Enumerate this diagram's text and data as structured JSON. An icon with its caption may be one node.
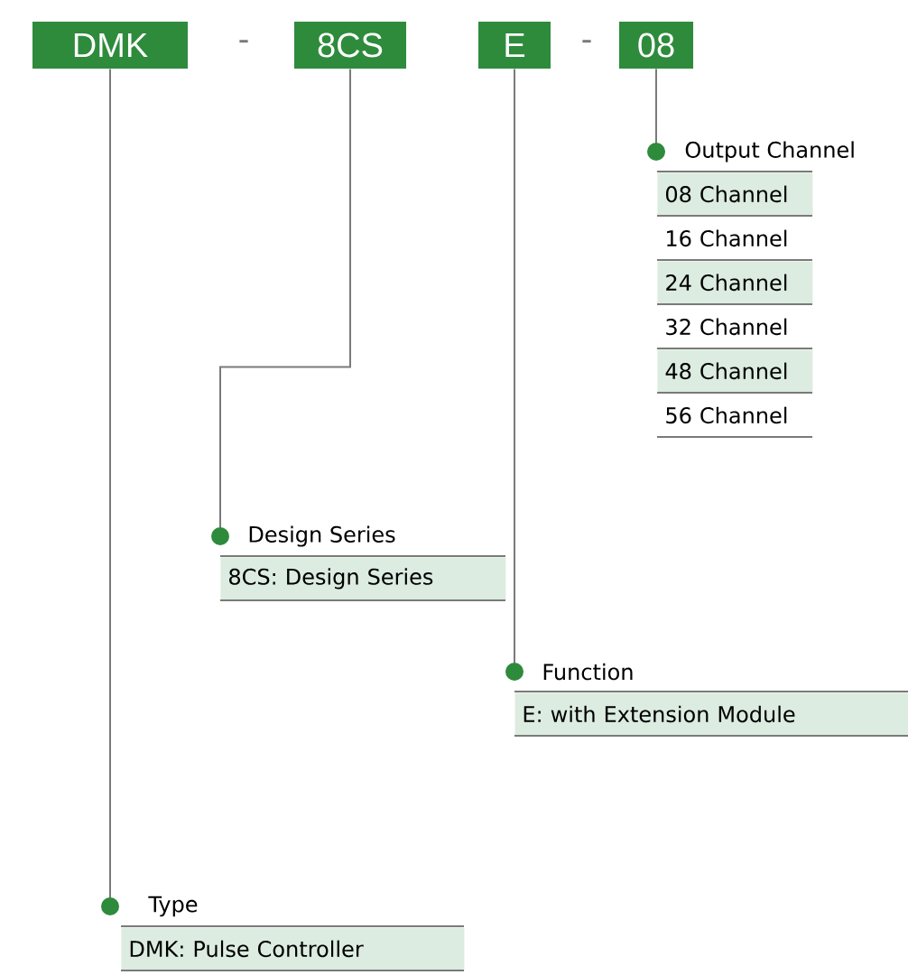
{
  "diagram": {
    "nodes": [
      {
        "text": [
          "DMK"
        ]
      },
      {
        "text": [
          "8CS"
        ]
      },
      {
        "text": [
          "E"
        ]
      },
      {
        "text": [
          "08"
        ]
      },
      {
        "text": [
          "Output Channel",
          "08 Channel",
          "16 Channel",
          "24 Channel",
          "32 Channel",
          "48 Channel",
          "56 Channel"
        ]
      },
      {
        "text": [
          "Design Series",
          "8CS: Design Series"
        ]
      },
      {
        "text": [
          "Function",
          "E: with Extension Module"
        ]
      },
      {
        "text": [
          "Type",
          "DMK: Pulse Controller"
        ]
      }
    ],
    "edges": [
      {
        "from": 3,
        "to": 4,
        "arrow": "other"
      },
      {
        "from": 1,
        "to": 5,
        "arrow": "other"
      },
      {
        "from": 2,
        "to": 6,
        "arrow": "other"
      },
      {
        "from": 0,
        "to": 7,
        "arrow": "other"
      }
    ],
    "labels": [
      "-",
      "-"
    ]
  }
}
